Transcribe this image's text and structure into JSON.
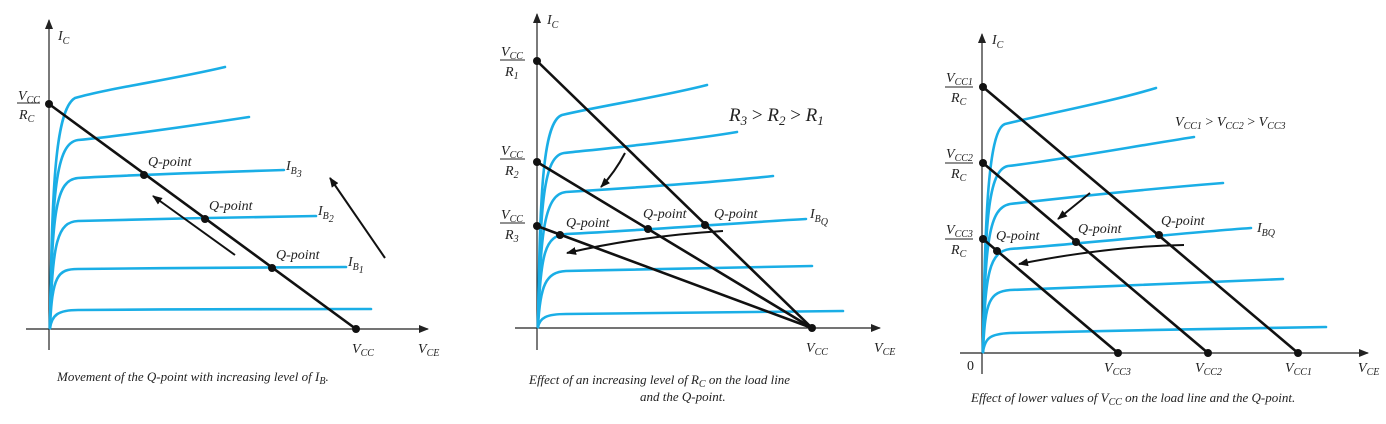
{
  "colors": {
    "characteristic_curve": "#1aaee6",
    "load_line": "#111111",
    "axis": "#222222",
    "background": "#ffffff"
  },
  "diagrams": [
    {
      "id": "q-point-vs-ib",
      "y_axis_label": "I",
      "y_axis_sub": "C",
      "x_axis_label": "V",
      "x_axis_sub": "CE",
      "y_intercept": {
        "num": "V",
        "num_sub": "CC",
        "den": "R",
        "den_sub": "C"
      },
      "x_intercept": {
        "label": "V",
        "sub": "CC"
      },
      "curve_labels": [
        {
          "label": "I",
          "sub": "B",
          "subsub": "3"
        },
        {
          "label": "I",
          "sub": "B",
          "subsub": "2"
        },
        {
          "label": "I",
          "sub": "B",
          "subsub": "1"
        }
      ],
      "q_points": [
        "Q-point",
        "Q-point",
        "Q-point"
      ],
      "caption": "Movement of the Q-point with increasing level of I",
      "caption_sub": "B",
      "caption_end": "."
    },
    {
      "id": "q-point-vs-rc",
      "y_axis_label": "I",
      "y_axis_sub": "C",
      "x_axis_label": "V",
      "x_axis_sub": "CE",
      "y_intercepts": [
        {
          "num": "V",
          "num_sub": "CC",
          "den": "R",
          "den_sub": "1"
        },
        {
          "num": "V",
          "num_sub": "CC",
          "den": "R",
          "den_sub": "2"
        },
        {
          "num": "V",
          "num_sub": "CC",
          "den": "R",
          "den_sub": "3"
        }
      ],
      "x_intercept": {
        "label": "V",
        "sub": "CC"
      },
      "relation": {
        "a": "R",
        "a_sub": "3",
        "op1": " > ",
        "b": "R",
        "b_sub": "2",
        "op2": " > ",
        "c": "R",
        "c_sub": "1"
      },
      "curve_label": {
        "label": "I",
        "sub": "B",
        "subsub": "Q"
      },
      "q_points": [
        "Q-point",
        "Q-point",
        "Q-point"
      ],
      "caption_line1": "Effect of an increasing level of R",
      "caption_line1_sub": "C",
      "caption_line1_end": " on the load line",
      "caption_line2": "and the Q-point."
    },
    {
      "id": "q-point-vs-vcc",
      "y_axis_label": "I",
      "y_axis_sub": "C",
      "x_axis_label": "V",
      "x_axis_sub": "CE",
      "origin_label": "0",
      "y_intercepts": [
        {
          "num": "V",
          "num_sub": "CC1",
          "den": "R",
          "den_sub": "C"
        },
        {
          "num": "V",
          "num_sub": "CC2",
          "den": "R",
          "den_sub": "C"
        },
        {
          "num": "V",
          "num_sub": "CC3",
          "den": "R",
          "den_sub": "C"
        }
      ],
      "x_intercepts": [
        {
          "label": "V",
          "sub": "CC3"
        },
        {
          "label": "V",
          "sub": "CC2"
        },
        {
          "label": "V",
          "sub": "CC1"
        }
      ],
      "relation": {
        "a": "V",
        "a_sub": "CC1",
        "op1": " > ",
        "b": "V",
        "b_sub": "CC2",
        "op2": " > ",
        "c": "V",
        "c_sub": "CC3"
      },
      "curve_label": {
        "label": "I",
        "sub": "BQ"
      },
      "q_points": [
        "Q-point",
        "Q-point",
        "Q-point"
      ],
      "caption": "Effect of lower values of V",
      "caption_sub": "CC",
      "caption_end": " on the load line and the Q-point."
    }
  ]
}
